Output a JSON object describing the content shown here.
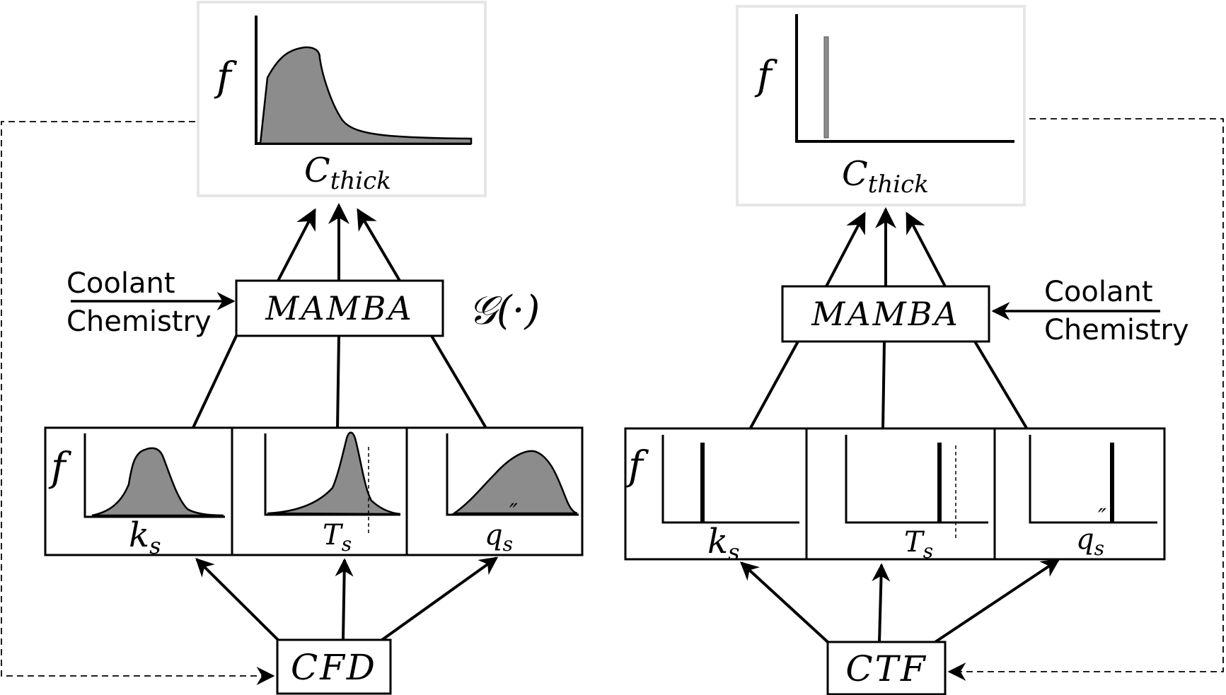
{
  "left": {
    "output_plot": {
      "y_label": "f",
      "x_label_main": "C",
      "x_label_sub": "thick"
    },
    "model": "MAMBA",
    "operator": "𝒢(·)",
    "input_label_line1": "Coolant",
    "input_label_line2": "Chemistry",
    "panels": {
      "y_label": "f",
      "ks": {
        "main": "k",
        "sub": "s"
      },
      "ts": {
        "main": "T",
        "sub": "s"
      },
      "qs": {
        "main": "q",
        "sub": "s",
        "sup": "″"
      }
    },
    "source": "CFD"
  },
  "right": {
    "output_plot": {
      "y_label": "f",
      "x_label_main": "C",
      "x_label_sub": "thick"
    },
    "model": "MAMBA",
    "input_label_line1": "Coolant",
    "input_label_line2": "Chemistry",
    "panels": {
      "y_label": "f",
      "ks": {
        "main": "k",
        "sub": "s"
      },
      "ts": {
        "main": "T",
        "sub": "s"
      },
      "qs": {
        "main": "q",
        "sub": "s",
        "sup": "″"
      }
    },
    "source": "CTF"
  },
  "colors": {
    "fill": "#8c8c8c",
    "stroke": "#000000",
    "frame": "#e6e6e6"
  }
}
